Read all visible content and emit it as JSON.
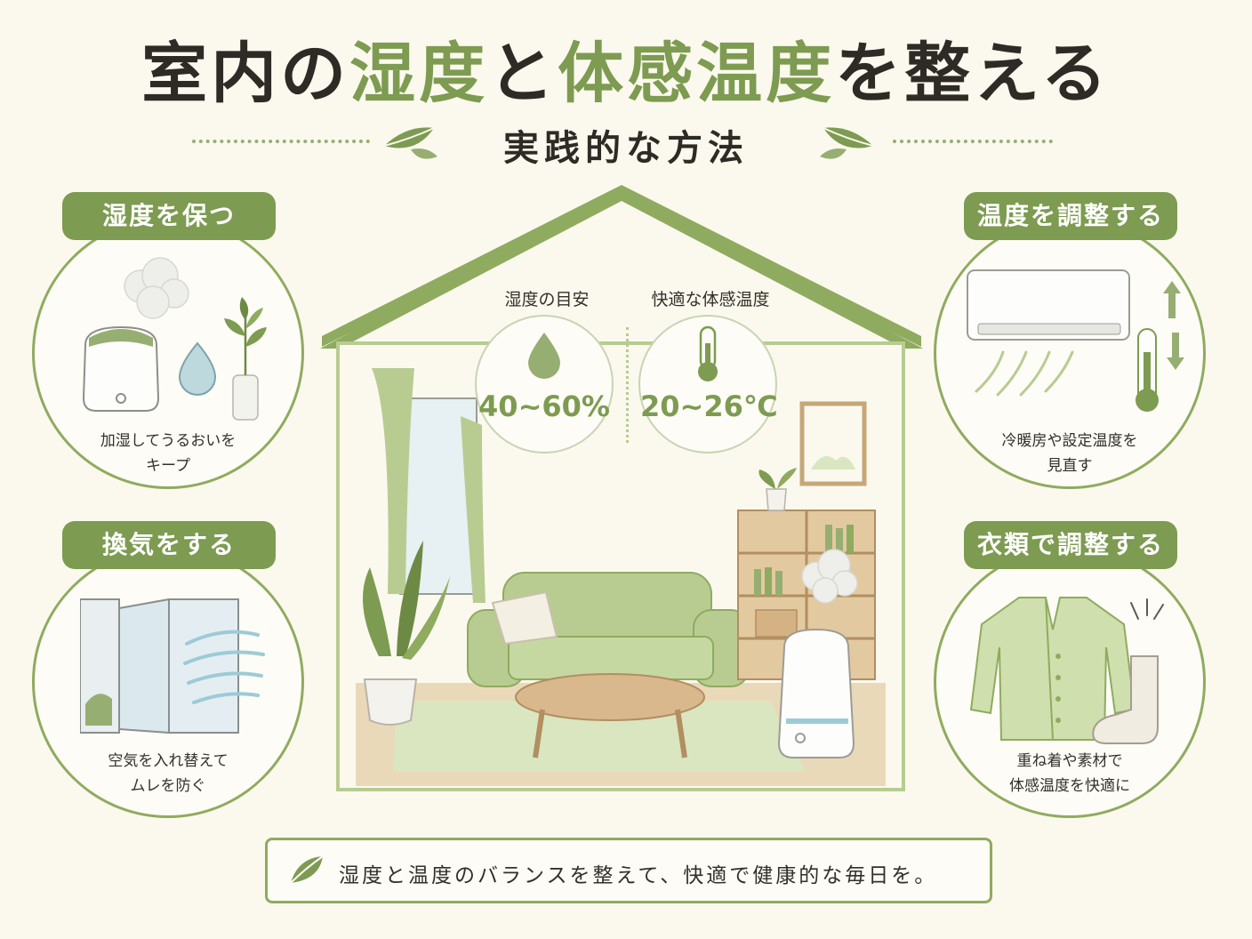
{
  "title": {
    "part1": "室内の",
    "part2": "湿度",
    "part3": "と",
    "part4": "体感温度",
    "part5": "を整える"
  },
  "subtitle": "実践的な方法",
  "panels": {
    "humidity": {
      "badge": "湿度を保つ",
      "caption": "加湿してうるおいを\nキープ"
    },
    "ventilation": {
      "badge": "換気をする",
      "caption": "空気を入れ替えて\nムレを防ぐ"
    },
    "temperature": {
      "badge": "温度を調整する",
      "caption": "冷暖房や設定温度を\n見直す"
    },
    "clothing": {
      "badge": "衣類で調整する",
      "caption": "重ね着や素材で\n体感温度を快適に"
    }
  },
  "stats": {
    "humidity": {
      "label": "湿度の目安",
      "value": "40~60%"
    },
    "temperature": {
      "label": "快適な体感温度",
      "value": "20~26℃"
    }
  },
  "footer": "湿度と温度のバランスを整えて、快適で健康的な毎日を。",
  "colors": {
    "accent": "#7d9b51",
    "background": "#fbf9ee",
    "light_green": "#b8cc92"
  },
  "icons": [
    "leaf-icon",
    "humidifier-icon",
    "water-drop-icon",
    "plant-icon",
    "window-icon",
    "wind-icon",
    "air-conditioner-icon",
    "thermometer-icon",
    "arrow-up-icon",
    "arrow-down-icon",
    "cardigan-icon",
    "sock-icon"
  ]
}
